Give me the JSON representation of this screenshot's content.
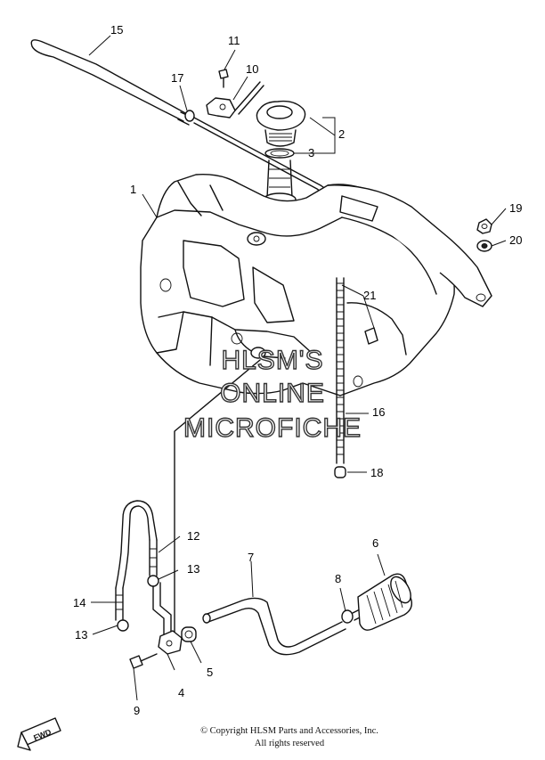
{
  "callouts": {
    "c1": "1",
    "c2": "2",
    "c3": "3",
    "c4": "4",
    "c5": "5",
    "c6": "6",
    "c7": "7",
    "c8": "8",
    "c9": "9",
    "c10": "10",
    "c11": "11",
    "c12": "12",
    "c13a": "13",
    "c13b": "13",
    "c14": "14",
    "c15": "15",
    "c16": "16",
    "c17": "17",
    "c18": "18",
    "c19": "19",
    "c20": "20",
    "c21": "21"
  },
  "watermark": {
    "line1": "HLSM'S",
    "line2": "ONLINE",
    "line3": "MICROFICHE"
  },
  "direction_badge": "FWD",
  "footer": {
    "copyright": "© Copyright HLSM Parts and Accessories, Inc.",
    "rights": "All rights reserved"
  }
}
